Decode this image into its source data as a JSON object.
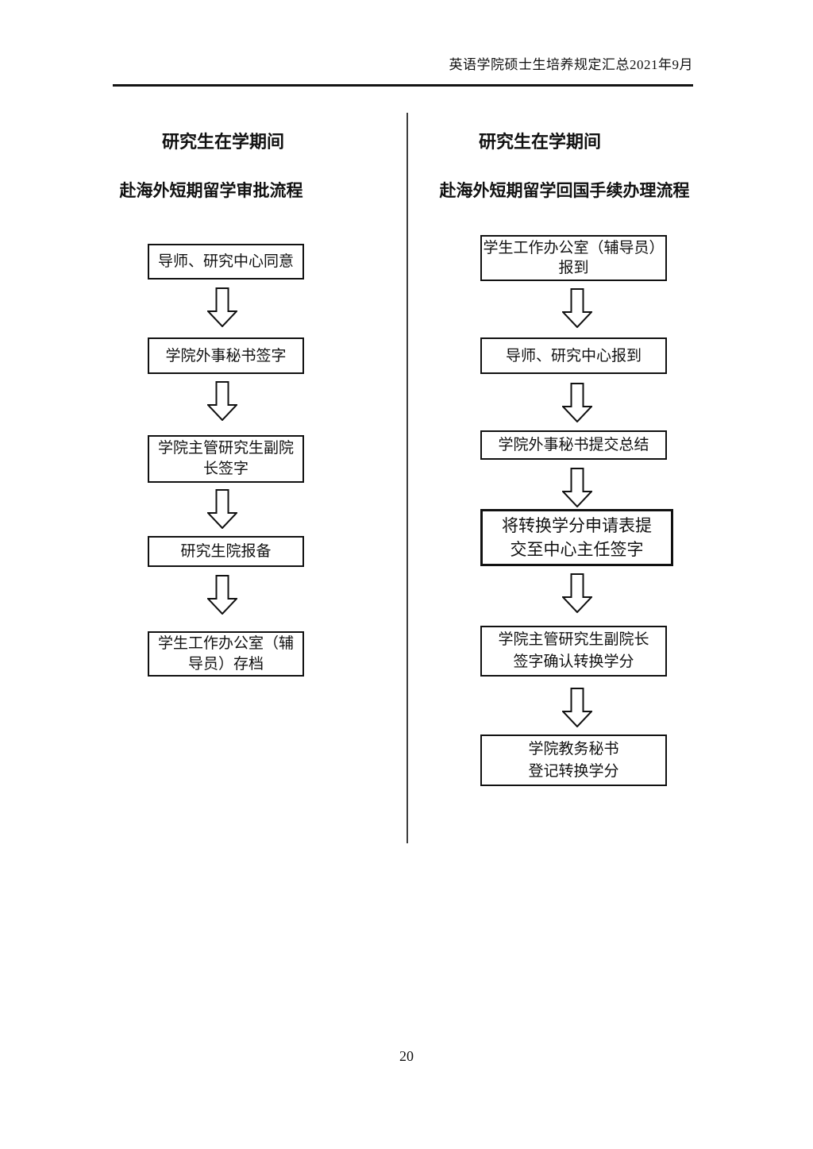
{
  "header": {
    "text": "英语学院硕士生培养规定汇总2021年9月"
  },
  "footer": {
    "page_number": "20"
  },
  "left_chart": {
    "title_line1": "研究生在学期间",
    "title_line2": "赴海外短期留学审批流程",
    "boxes": [
      {
        "lines": [
          "导师、研究中心同意"
        ]
      },
      {
        "lines": [
          "学院外事秘书签字"
        ]
      },
      {
        "lines": [
          "学院主管研究生副院",
          "长签字"
        ]
      },
      {
        "lines": [
          "研究生院报备"
        ]
      },
      {
        "lines": [
          "学生工作办公室（辅",
          "导员）存档"
        ]
      }
    ]
  },
  "right_chart": {
    "title_line1": "研究生在学期间",
    "title_line2": "赴海外短期留学回国手续办理流程",
    "boxes": [
      {
        "lines": [
          "学生工作办公室（辅导员）",
          "报到"
        ]
      },
      {
        "lines": [
          "导师、研究中心报到"
        ]
      },
      {
        "lines": [
          "学院外事秘书提交总结"
        ]
      },
      {
        "lines": [
          "将转换学分申请表提",
          "交至中心主任签字"
        ]
      },
      {
        "lines": [
          "学院主管研究生副院长",
          "签字确认转换学分"
        ]
      },
      {
        "lines": [
          "学院教务秘书",
          "登记转换学分"
        ]
      }
    ]
  }
}
